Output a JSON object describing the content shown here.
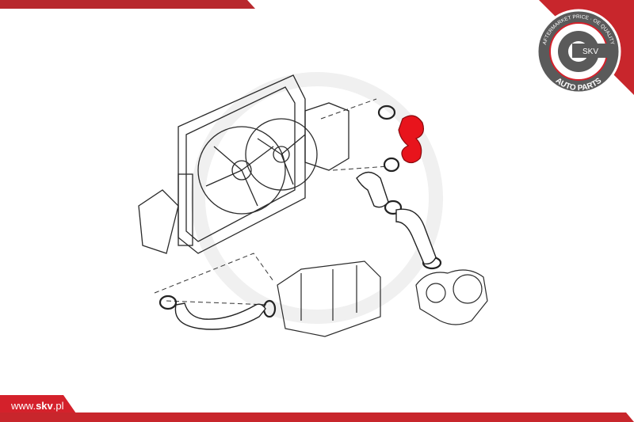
{
  "brand": {
    "logo_text": "SKV",
    "logo_ring_top": "AFTERMARKET PRICE · OE QUALITY",
    "logo_ring_bottom": "AUTO PARTS",
    "watermark": "SKV"
  },
  "footer": {
    "url_prefix": "www.",
    "url_brand": "skv",
    "url_suffix": ".pl"
  },
  "colors": {
    "brand_red": "#c8262c",
    "highlight_part": "#e8141c",
    "line_art": "#2a2a2a",
    "logo_gray": "#5a5a5a"
  }
}
